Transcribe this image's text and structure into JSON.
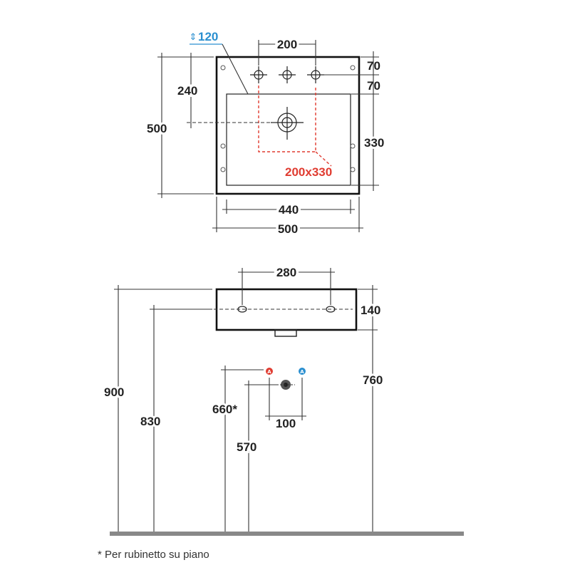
{
  "top_view": {
    "depth_badge": "120",
    "tap_spacing": "200",
    "offset_top": "70",
    "offset_second": "70",
    "drain_from_back": "240",
    "overall_depth": "500",
    "inner_depth": "330",
    "cutout": "200x330",
    "inner_width": "440",
    "overall_width": "500"
  },
  "front_view": {
    "hole_spacing": "280",
    "basin_height": "140",
    "overall_height": "900",
    "rim_height": "830",
    "tap_height": "660*",
    "drain_height": "570",
    "supply_spacing": "100",
    "base_height": "760"
  },
  "footnote": "* Per rubinetto su piano",
  "colors": {
    "accent_blue": "#2a8fd0",
    "accent_red": "#e03c31",
    "floor": "#888888"
  }
}
